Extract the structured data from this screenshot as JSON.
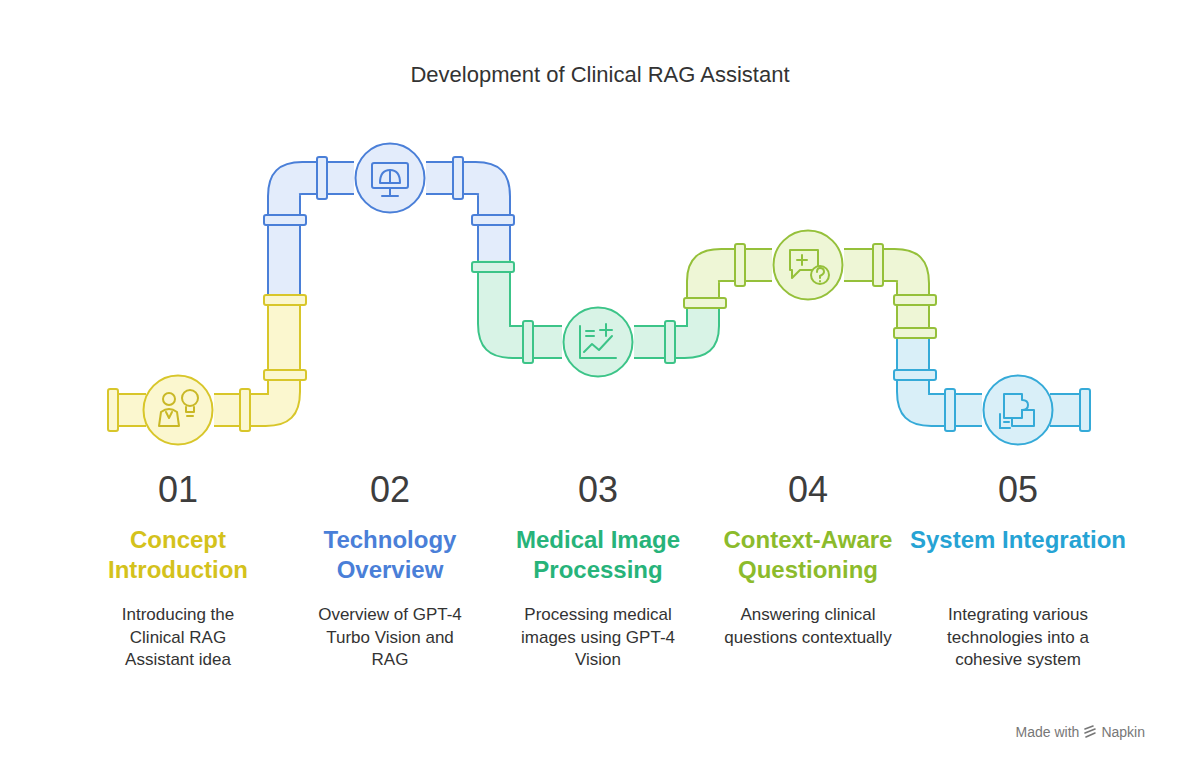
{
  "diagram": {
    "title": "Development of Clinical RAG Assistant",
    "nodes": [
      {
        "text": [
          "01",
          "Concept Introduction",
          "Introducing the Clinical RAG Assistant idea"
        ]
      },
      {
        "text": [
          "02",
          "Technology Overview",
          "Overview of GPT-4 Turbo Vision and RAG"
        ]
      },
      {
        "text": [
          "03",
          "Medical Image Processing",
          "Processing medical images using GPT-4 Vision"
        ]
      },
      {
        "text": [
          "04",
          "Context-Aware Questioning",
          "Answering clinical questions contextually"
        ]
      },
      {
        "text": [
          "05",
          "System Integration",
          "Integrating various technologies into a cohesive system"
        ]
      }
    ],
    "edges": [
      {
        "from": 0,
        "to": 1,
        "arrow": "none"
      },
      {
        "from": 1,
        "to": 2,
        "arrow": "none"
      },
      {
        "from": 2,
        "to": 3,
        "arrow": "none"
      },
      {
        "from": 3,
        "to": 4,
        "arrow": "none"
      }
    ],
    "labels": [
      "Made with",
      "Napkin"
    ]
  }
}
